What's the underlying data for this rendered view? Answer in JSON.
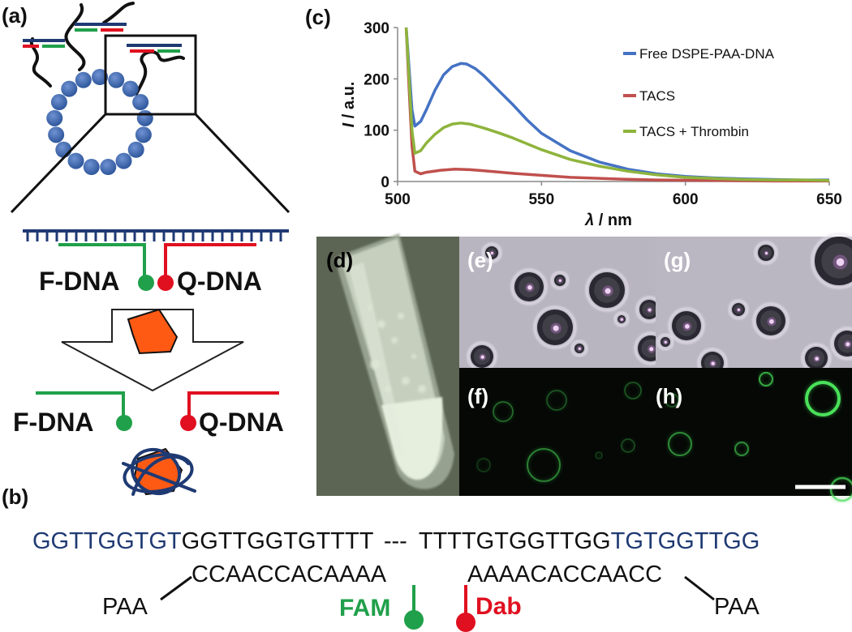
{
  "panels": {
    "a": "(a)",
    "b": "(b)",
    "c": "(c)",
    "d": "(d)",
    "e": "(e)",
    "f": "(f)",
    "g": "(g)",
    "h": "(h)"
  },
  "schematic": {
    "f_dna_top": "F-DNA",
    "q_dna_top": "Q-DNA",
    "f_dna_bottom": "F-DNA",
    "q_dna_bottom": "Q-DNA"
  },
  "chart_data": {
    "type": "line",
    "xlabel_sym": "λ",
    "xlabel_unit": " / nm",
    "ylabel_sym": "I",
    "ylabel_unit": " / a.u.",
    "xlim": [
      500,
      650
    ],
    "ylim": [
      0,
      300
    ],
    "xticks": [
      500,
      550,
      600,
      650
    ],
    "yticks": [
      0,
      100,
      200,
      300
    ],
    "legend_position": "top-right",
    "series": [
      {
        "name": "Free DSPE-PAA-DNA",
        "color": "#4472c4",
        "x": [
          503,
          504,
          505,
          506,
          508,
          510,
          513,
          516,
          519,
          522,
          524,
          527,
          530,
          535,
          540,
          545,
          550,
          560,
          570,
          580,
          590,
          600,
          610,
          620,
          630,
          640,
          650
        ],
        "y": [
          300,
          220,
          140,
          108,
          117,
          140,
          178,
          208,
          224,
          230,
          229,
          220,
          206,
          178,
          150,
          120,
          94,
          60,
          38,
          24,
          15,
          10,
          7,
          5,
          4,
          3,
          3
        ]
      },
      {
        "name": "TACS",
        "color": "#c0504d",
        "x": [
          503,
          504,
          505,
          506,
          508,
          510,
          515,
          520,
          525,
          530,
          540,
          550,
          560,
          575,
          590,
          610,
          630,
          650
        ],
        "y": [
          300,
          180,
          70,
          20,
          15,
          18,
          22,
          24,
          23,
          21,
          16,
          12,
          8,
          5,
          3,
          2,
          1,
          1
        ]
      },
      {
        "name": "TACS + Thrombin",
        "color": "#8eb43c",
        "x": [
          503,
          504,
          505,
          506,
          508,
          510,
          513,
          516,
          519,
          522,
          525,
          530,
          535,
          540,
          550,
          560,
          570,
          580,
          590,
          600,
          610,
          620,
          630,
          640,
          650
        ],
        "y": [
          300,
          200,
          100,
          55,
          60,
          75,
          92,
          105,
          112,
          114,
          112,
          104,
          95,
          85,
          62,
          43,
          30,
          20,
          13,
          8,
          6,
          4,
          3,
          3,
          2
        ]
      }
    ]
  },
  "sequence": {
    "blue_left": "GGTTGGTGT",
    "black_left": "GGTTGGTGTTTT",
    "dashes": "---",
    "black_right": "TTTTGTGGTTGG",
    "blue_right": "TGTGGTTGG",
    "comp_left": "CCAACCACAAAA",
    "comp_right": "AAAACACCAACC",
    "paa_left": "PAA",
    "paa_right": "PAA",
    "fam": "FAM",
    "dab": "Dab"
  },
  "colors": {
    "blue": "#1f3a73",
    "green": "#20a04a",
    "red": "#e01020",
    "orange": "#ff5a14",
    "bead": "#4a72b8"
  }
}
